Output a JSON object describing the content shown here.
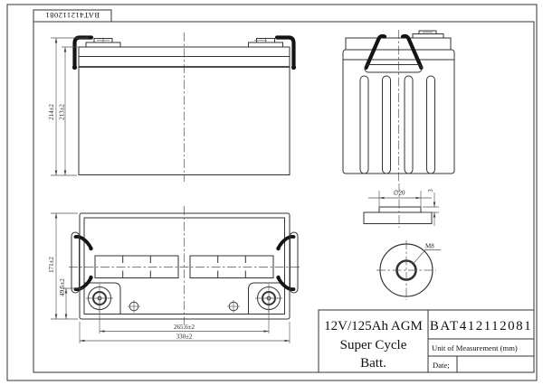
{
  "page": {
    "stamp_part_number": "BAT412112081"
  },
  "title_block": {
    "description": [
      "12V/125Ah AGM",
      "Super Cycle",
      "Batt."
    ],
    "part_number": "BAT412112081",
    "unit_label": "Unit of Measurement (mm)",
    "date_label": "Date;"
  },
  "dimensions": {
    "front_overall_height": "214±2",
    "front_case_height": "213±2",
    "top_overall_depth": "171±2",
    "terminal_center_to_edge": "49.5±2",
    "terminal_center_spacing": "265.6±2",
    "overall_length": "330±2",
    "terminal_pad_diameter": "∅20",
    "terminal_pad_height": "3",
    "terminal_thread": "M8"
  },
  "colors": {
    "line": "#333333",
    "dim_line": "#555555",
    "handle": "#141414",
    "background": "#ffffff"
  }
}
